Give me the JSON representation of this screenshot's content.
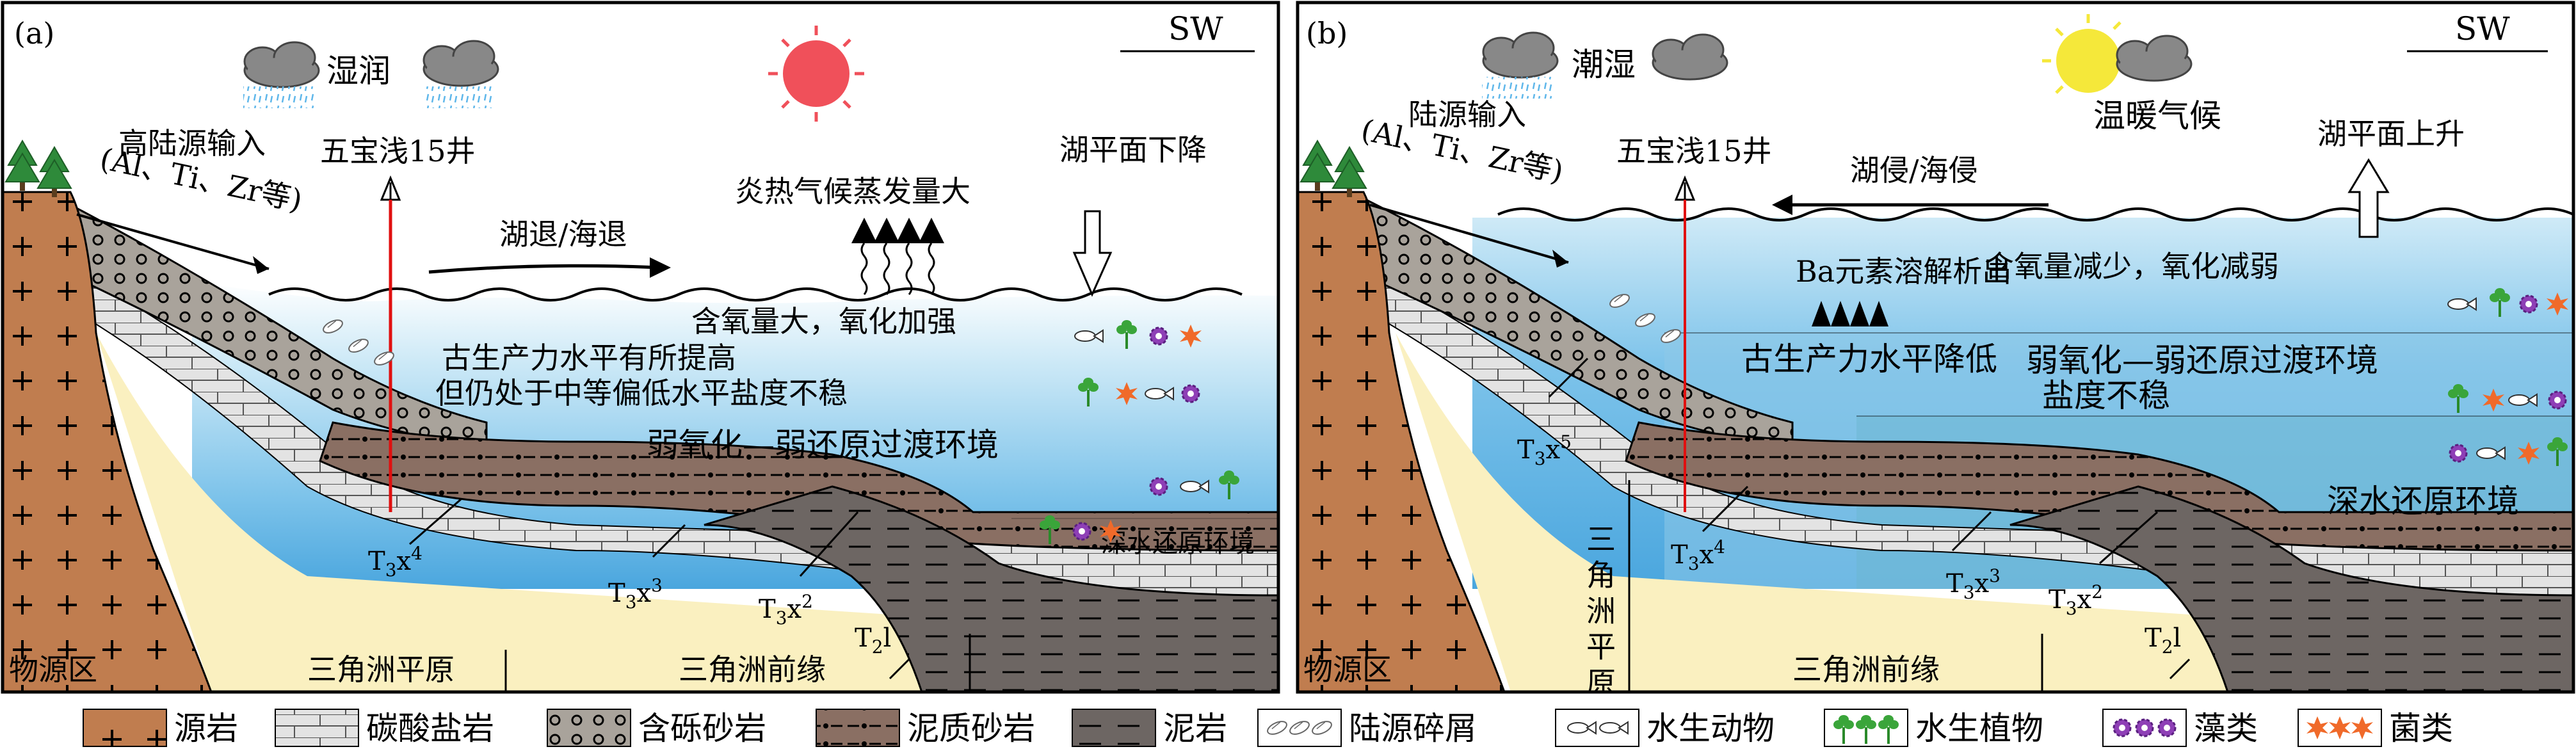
{
  "panels": [
    {
      "label": "(a)",
      "compass": "SW",
      "weather_label": "湿润",
      "well": "五宝浅15井",
      "source_input_1": "高陆源输入",
      "source_input_2": "(Al、Ti、Zr等)",
      "lake_movement": "湖退/海退",
      "climate": "炎热气候蒸发量大",
      "lake_level": "湖平面下降",
      "oxygen_note": "含氧量大，氧化加强",
      "productivity_1": "古生产力水平有所提高",
      "productivity_2": "但仍处于中等偏低水平盐度不稳",
      "environment_1": "弱氧化—弱还原过渡环境",
      "environment_2": "深水还原环境",
      "strata": [
        "T3x4",
        "T3x3",
        "T3x2",
        "T2l"
      ],
      "zones": [
        "物源区",
        "三角洲平原",
        "三角洲前缘"
      ]
    },
    {
      "label": "(b)",
      "compass": "SW",
      "weather_label": "潮湿",
      "climate": "温暖气候",
      "well": "五宝浅15井",
      "source_input_1": "陆源输入",
      "source_input_2": "(Al、Ti、Zr等)",
      "lake_movement": "湖侵/海侵",
      "lake_level": "湖平面上升",
      "ba_note": "Ba元素溶解析出",
      "oxygen_note": "含氧量减少，氧化减弱",
      "productivity_1": "古生产力水平降低",
      "productivity_2": "盐度不稳",
      "environment_1": "弱氧化—弱还原过渡环境",
      "environment_2": "深水还原环境",
      "strata": [
        "T3x5",
        "T3x4",
        "T3x3",
        "T3x2",
        "T2l"
      ],
      "zones": [
        "物源区",
        "三角洲平原",
        "三角洲前缘"
      ]
    }
  ],
  "legend": [
    {
      "label": "源岩",
      "icon": "plus-pattern"
    },
    {
      "label": "碳酸盐岩",
      "icon": "brick-pattern"
    },
    {
      "label": "含砾砂岩",
      "icon": "circle-pattern"
    },
    {
      "label": "泥质砂岩",
      "icon": "dash-dot-pattern"
    },
    {
      "label": "泥岩",
      "icon": "dash-pattern"
    },
    {
      "label": "陆源碎屑",
      "icon": "debris-pattern"
    },
    {
      "label": "水生动物",
      "icon": "fish-pattern"
    },
    {
      "label": "水生植物",
      "icon": "plant-pattern"
    },
    {
      "label": "藻类",
      "icon": "algae-pattern"
    },
    {
      "label": "菌类",
      "icon": "fungi-pattern"
    }
  ],
  "colors": {
    "source_rock": "#c07d4f",
    "sand_fill": "#faf0c0",
    "carbonate": "#e3e3e3",
    "conglomerate": "#a9a39b",
    "muddy_sand": "#8a6f63",
    "mudstone": "#6d6663",
    "sun_a": "#f0505a",
    "sun_b": "#f5e83a",
    "well_line": "#e01010"
  }
}
